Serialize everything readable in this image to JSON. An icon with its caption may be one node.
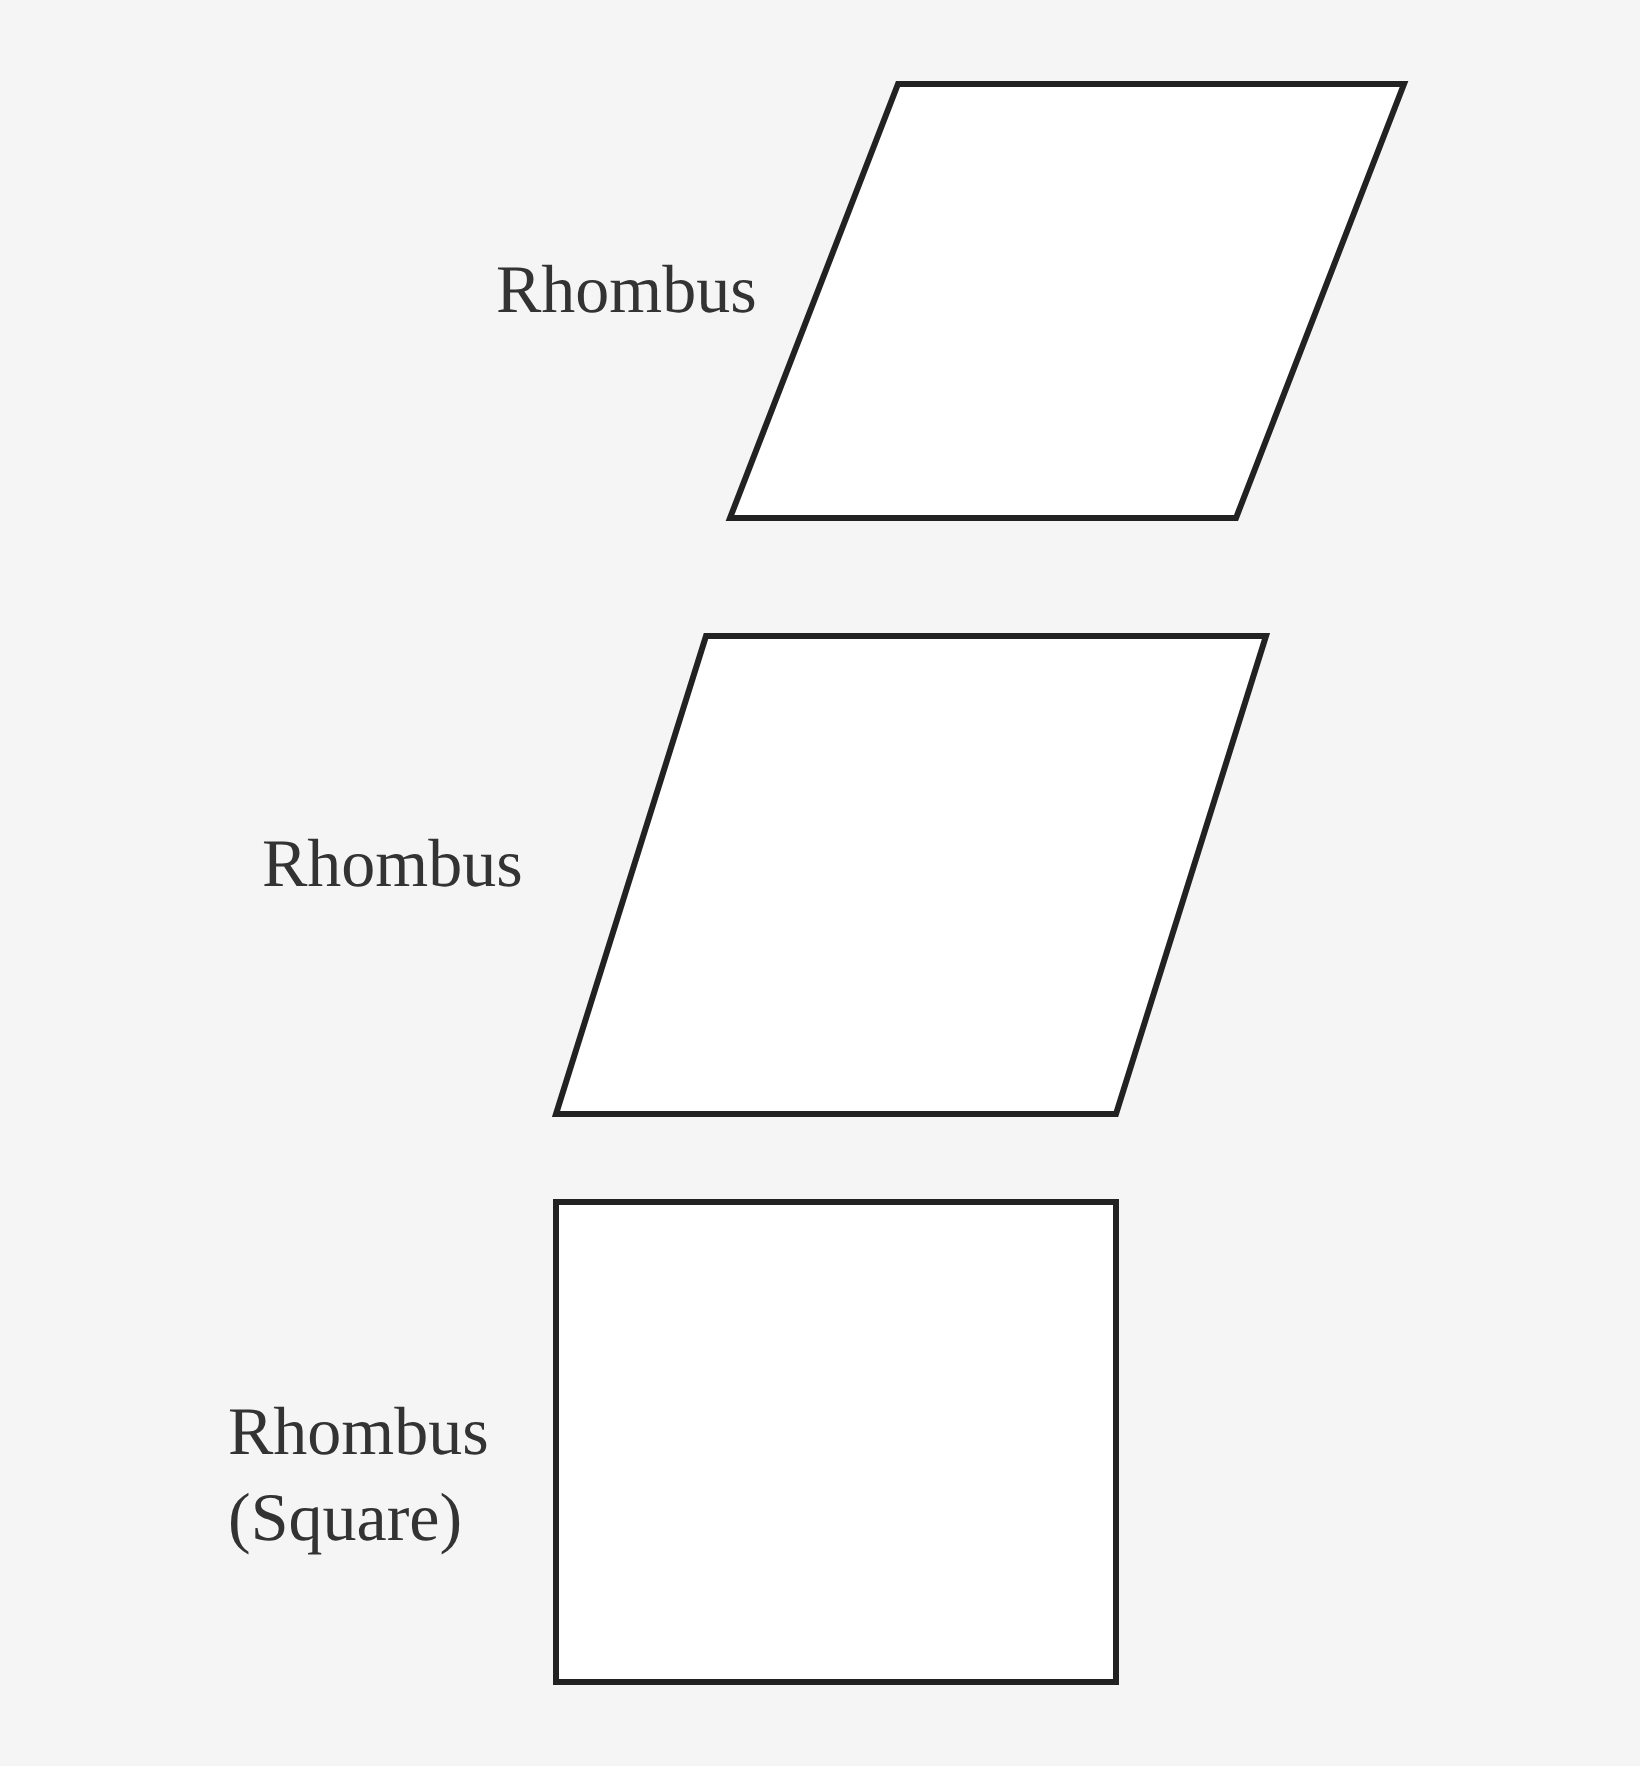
{
  "diagram": {
    "nodes": [
      {
        "text": [],
        "shape": "parallelogram",
        "beside": [
          "Rhombus"
        ]
      },
      {
        "text": [],
        "shape": "parallelogram",
        "beside": [
          "Rhombus"
        ]
      },
      {
        "text": [],
        "shape": "square",
        "beside": [
          "Rhombus (Square)"
        ]
      }
    ]
  }
}
